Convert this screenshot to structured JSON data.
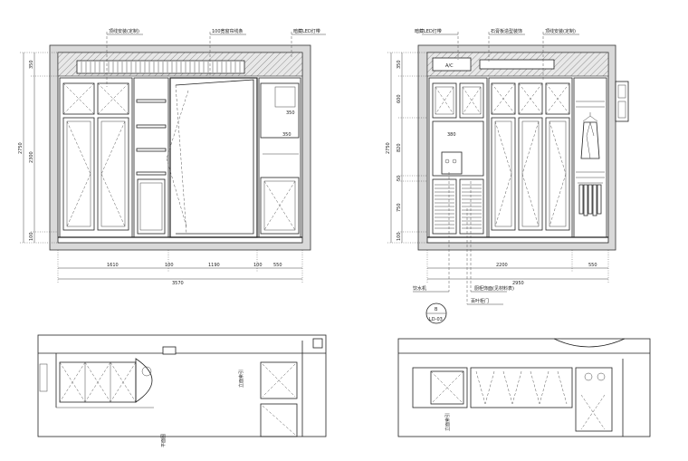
{
  "labels": {
    "left_top_1": "顶线安装(定制)",
    "left_top_2": "100宽窗帘线条",
    "left_top_3": "暗藏LED灯带",
    "right_top_1": "暗藏LED灯带",
    "right_top_2": "石膏板造型装饰",
    "right_top_3": "顶线安装(定制)",
    "right_bottom_1": "饮水机",
    "right_bottom_2": "厨柜饰面(见材料表)",
    "right_bottom_3": "百叶柜门",
    "ac_label": "A/C",
    "callout_letter": "B",
    "callout_ref": "LD-03",
    "plan_left_text_1": "平面图",
    "plan_left_text_2": "立面索引",
    "plan_right_text": "立面索引"
  },
  "dims_left": {
    "total_height": "2750",
    "top": "350",
    "middle": "2300",
    "bottom": "100",
    "bottom_1": "1610",
    "bottom_2": "100",
    "bottom_3": "1190",
    "bottom_4": "100",
    "bottom_5": "550",
    "total_width": "3570",
    "inner_1": "350",
    "inner_2": "350"
  },
  "dims_right": {
    "total_height": "2750",
    "top": "350",
    "seg_1": "600",
    "seg_2": "820",
    "seg_3": "50",
    "seg_4": "750",
    "bottom": "100",
    "bottom_1": "2200",
    "bottom_2": "550",
    "total_width": "2950",
    "inner_1": "380"
  }
}
